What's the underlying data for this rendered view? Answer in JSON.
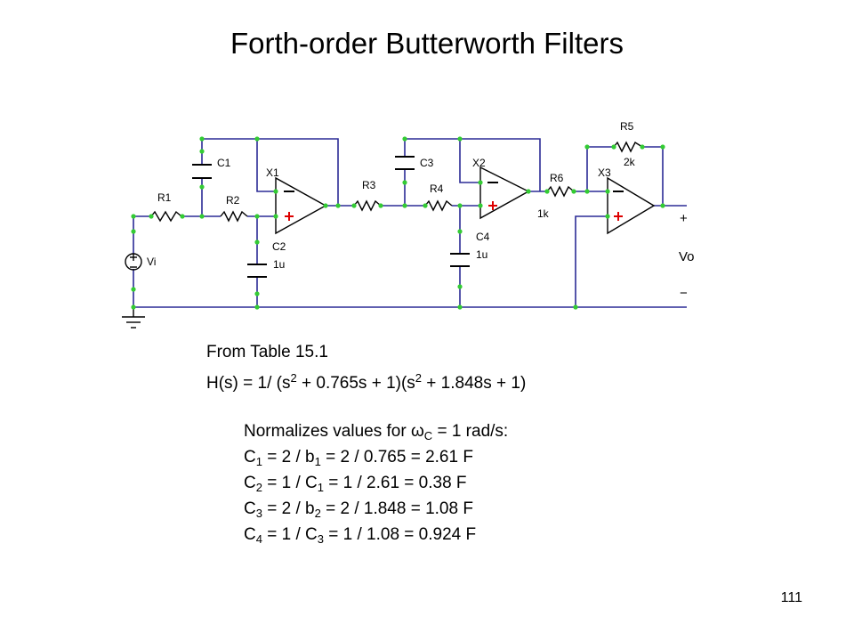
{
  "title": "Forth-order Butterworth Filters",
  "circuit": {
    "labels": {
      "c1": "C1",
      "c2": "C2",
      "c2_value": "1u",
      "c3": "C3",
      "c4": "C4",
      "c4_value": "1u",
      "r1": "R1",
      "r2": "R2",
      "r3": "R3",
      "r4": "R4",
      "r5": "R5",
      "r5_value": "2k",
      "r6": "R6",
      "r6_value": "1k",
      "x1": "X1",
      "x2": "X2",
      "x3": "X3",
      "source": "Vi",
      "output": "Vo",
      "plus": "+",
      "minus": "−"
    },
    "colors": {
      "wire": "#2b2b96",
      "node": "#33cc33",
      "component": "#000000"
    }
  },
  "text": {
    "from_table": "From Table 15.1",
    "h_prefix": "H(s) = 1/ (s",
    "h_exp1": "2",
    "h_mid": " + 0.765s + 1)(s",
    "h_exp2": "2",
    "h_suffix": " + 1.848s + 1)",
    "normalize_prefix": "Normalizes values for ",
    "omega": "ω",
    "omega_sub": "C",
    "normalize_suffix": " = 1 rad/s:",
    "eq1": {
      "a": "C",
      "a_sub": "1",
      "b": " = 2 / b",
      "b_sub": "1",
      "c": " = 2 / 0.765 = 2.61 F"
    },
    "eq2": {
      "a": "C",
      "a_sub": "2",
      "b": " =  1 / C",
      "b_sub": "1",
      "c": " = 1 / 2.61 = 0.38 F"
    },
    "eq3": {
      "a": "C",
      "a_sub": "3",
      "b": " = 2 / b",
      "b_sub": "2",
      "c": " = 2 / 1.848 = 1.08 F"
    },
    "eq4": {
      "a": "C",
      "a_sub": "4",
      "b": " = 1 / C",
      "b_sub": "3",
      "c": " = 1 / 1.08 = 0.924 F"
    }
  },
  "page_number": "111"
}
